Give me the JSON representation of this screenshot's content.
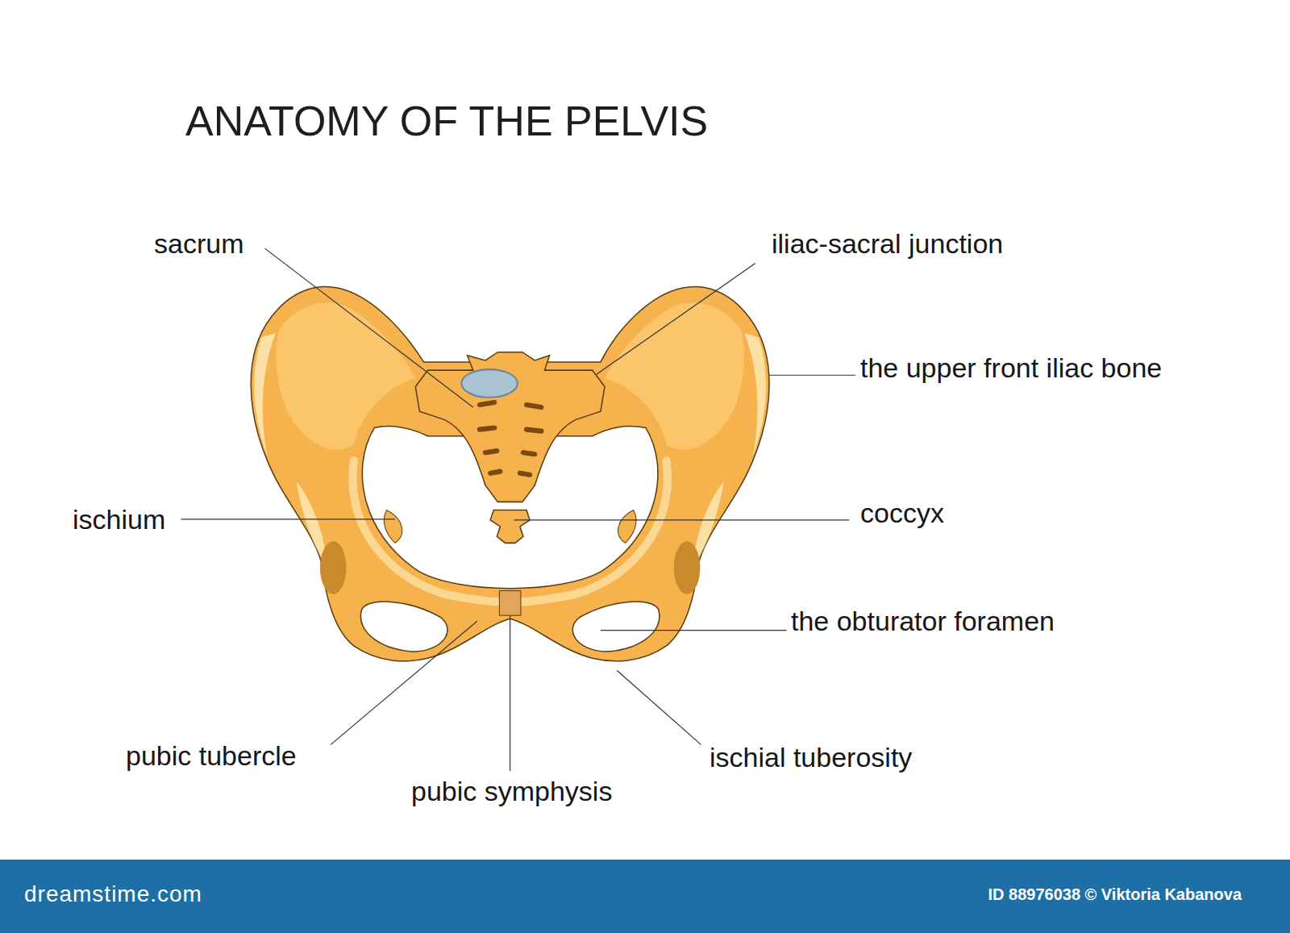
{
  "diagram": {
    "title": "ANATOMY OF THE PELVIS",
    "labels": [
      "sacrum",
      "iliac-sacral junction",
      "the upper front iliac bone",
      "ischium",
      "coccyx",
      "the obturator foramen",
      "pubic tubercle",
      "pubic symphysis",
      "ischial tuberosity",
      "dreamstime.com",
      "ID 88976038 © Viktoria Kabanova"
    ]
  }
}
